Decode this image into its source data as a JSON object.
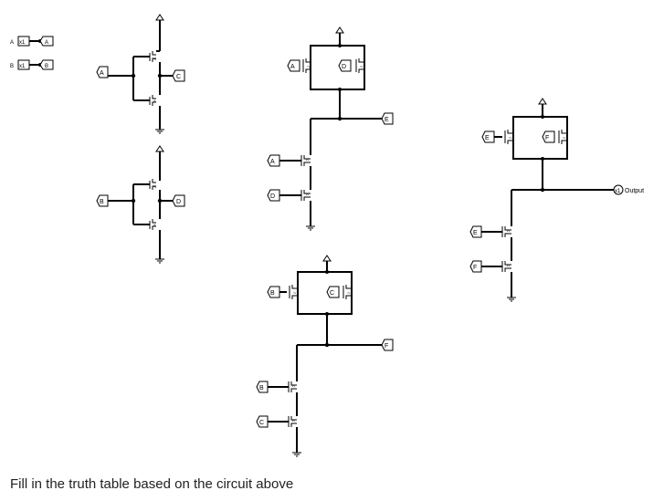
{
  "inputs": [
    {
      "name": "A",
      "source": "x1",
      "tunnel": "A"
    },
    {
      "name": "B",
      "source": "x1",
      "tunnel": "B"
    }
  ],
  "inverters": [
    {
      "input": "A",
      "output": "C"
    },
    {
      "input": "B",
      "output": "D"
    }
  ],
  "nand_gates": [
    {
      "pmos": [
        "A",
        "D"
      ],
      "nmos": [
        "A",
        "D"
      ],
      "output": "E"
    },
    {
      "pmos": [
        "B",
        "C"
      ],
      "nmos": [
        "B",
        "C"
      ],
      "output": "F"
    },
    {
      "pmos": [
        "E",
        "F"
      ],
      "nmos": [
        "E",
        "F"
      ],
      "output": "x1"
    }
  ],
  "output_label": "Output",
  "caption": "Fill in the truth table based on the circuit above",
  "symbols": {
    "pmos": "~",
    "nmos": "^"
  }
}
